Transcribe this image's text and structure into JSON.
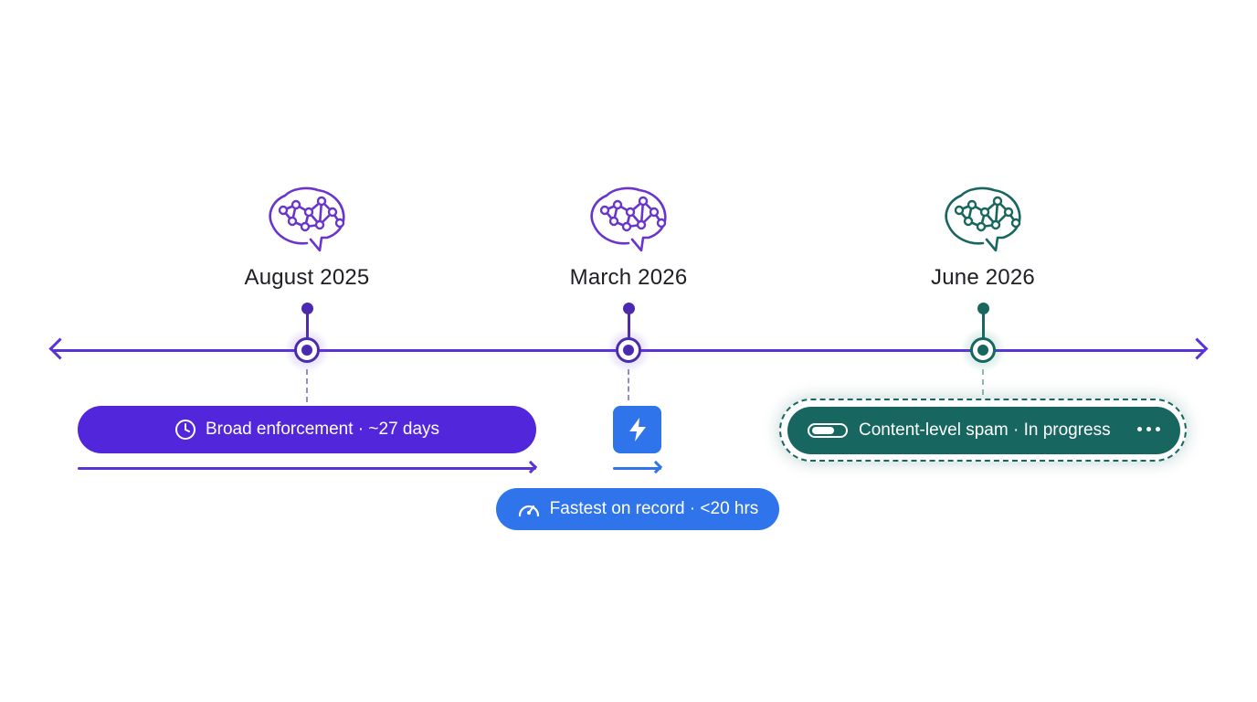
{
  "colors": {
    "primary": "#5a33d6",
    "purple_pill": "#5227dc",
    "blue": "#2f74ea",
    "teal": "#17665f",
    "node_purple": "#4a2bb0",
    "node_teal": "#17665f"
  },
  "milestones": [
    {
      "label": "August 2025",
      "icon": "brain-network-icon",
      "color": "#6a35cc"
    },
    {
      "label": "March 2026",
      "icon": "brain-network-icon",
      "color": "#6a35cc"
    },
    {
      "label": "June 2026",
      "icon": "brain-network-icon",
      "color": "#17665f"
    }
  ],
  "pills": {
    "broad": {
      "text": "Broad enforcement · ~27 days",
      "icon": "clock-icon"
    },
    "fastest": {
      "text": "Fastest on record · <20 hrs",
      "icon": "speedometer-icon"
    },
    "content": {
      "text": "Content-level spam · In progress",
      "icon": "toggle-icon",
      "trailing_icon": "more-dots-icon"
    },
    "bolt": {
      "icon": "lightning-bolt-icon"
    }
  }
}
